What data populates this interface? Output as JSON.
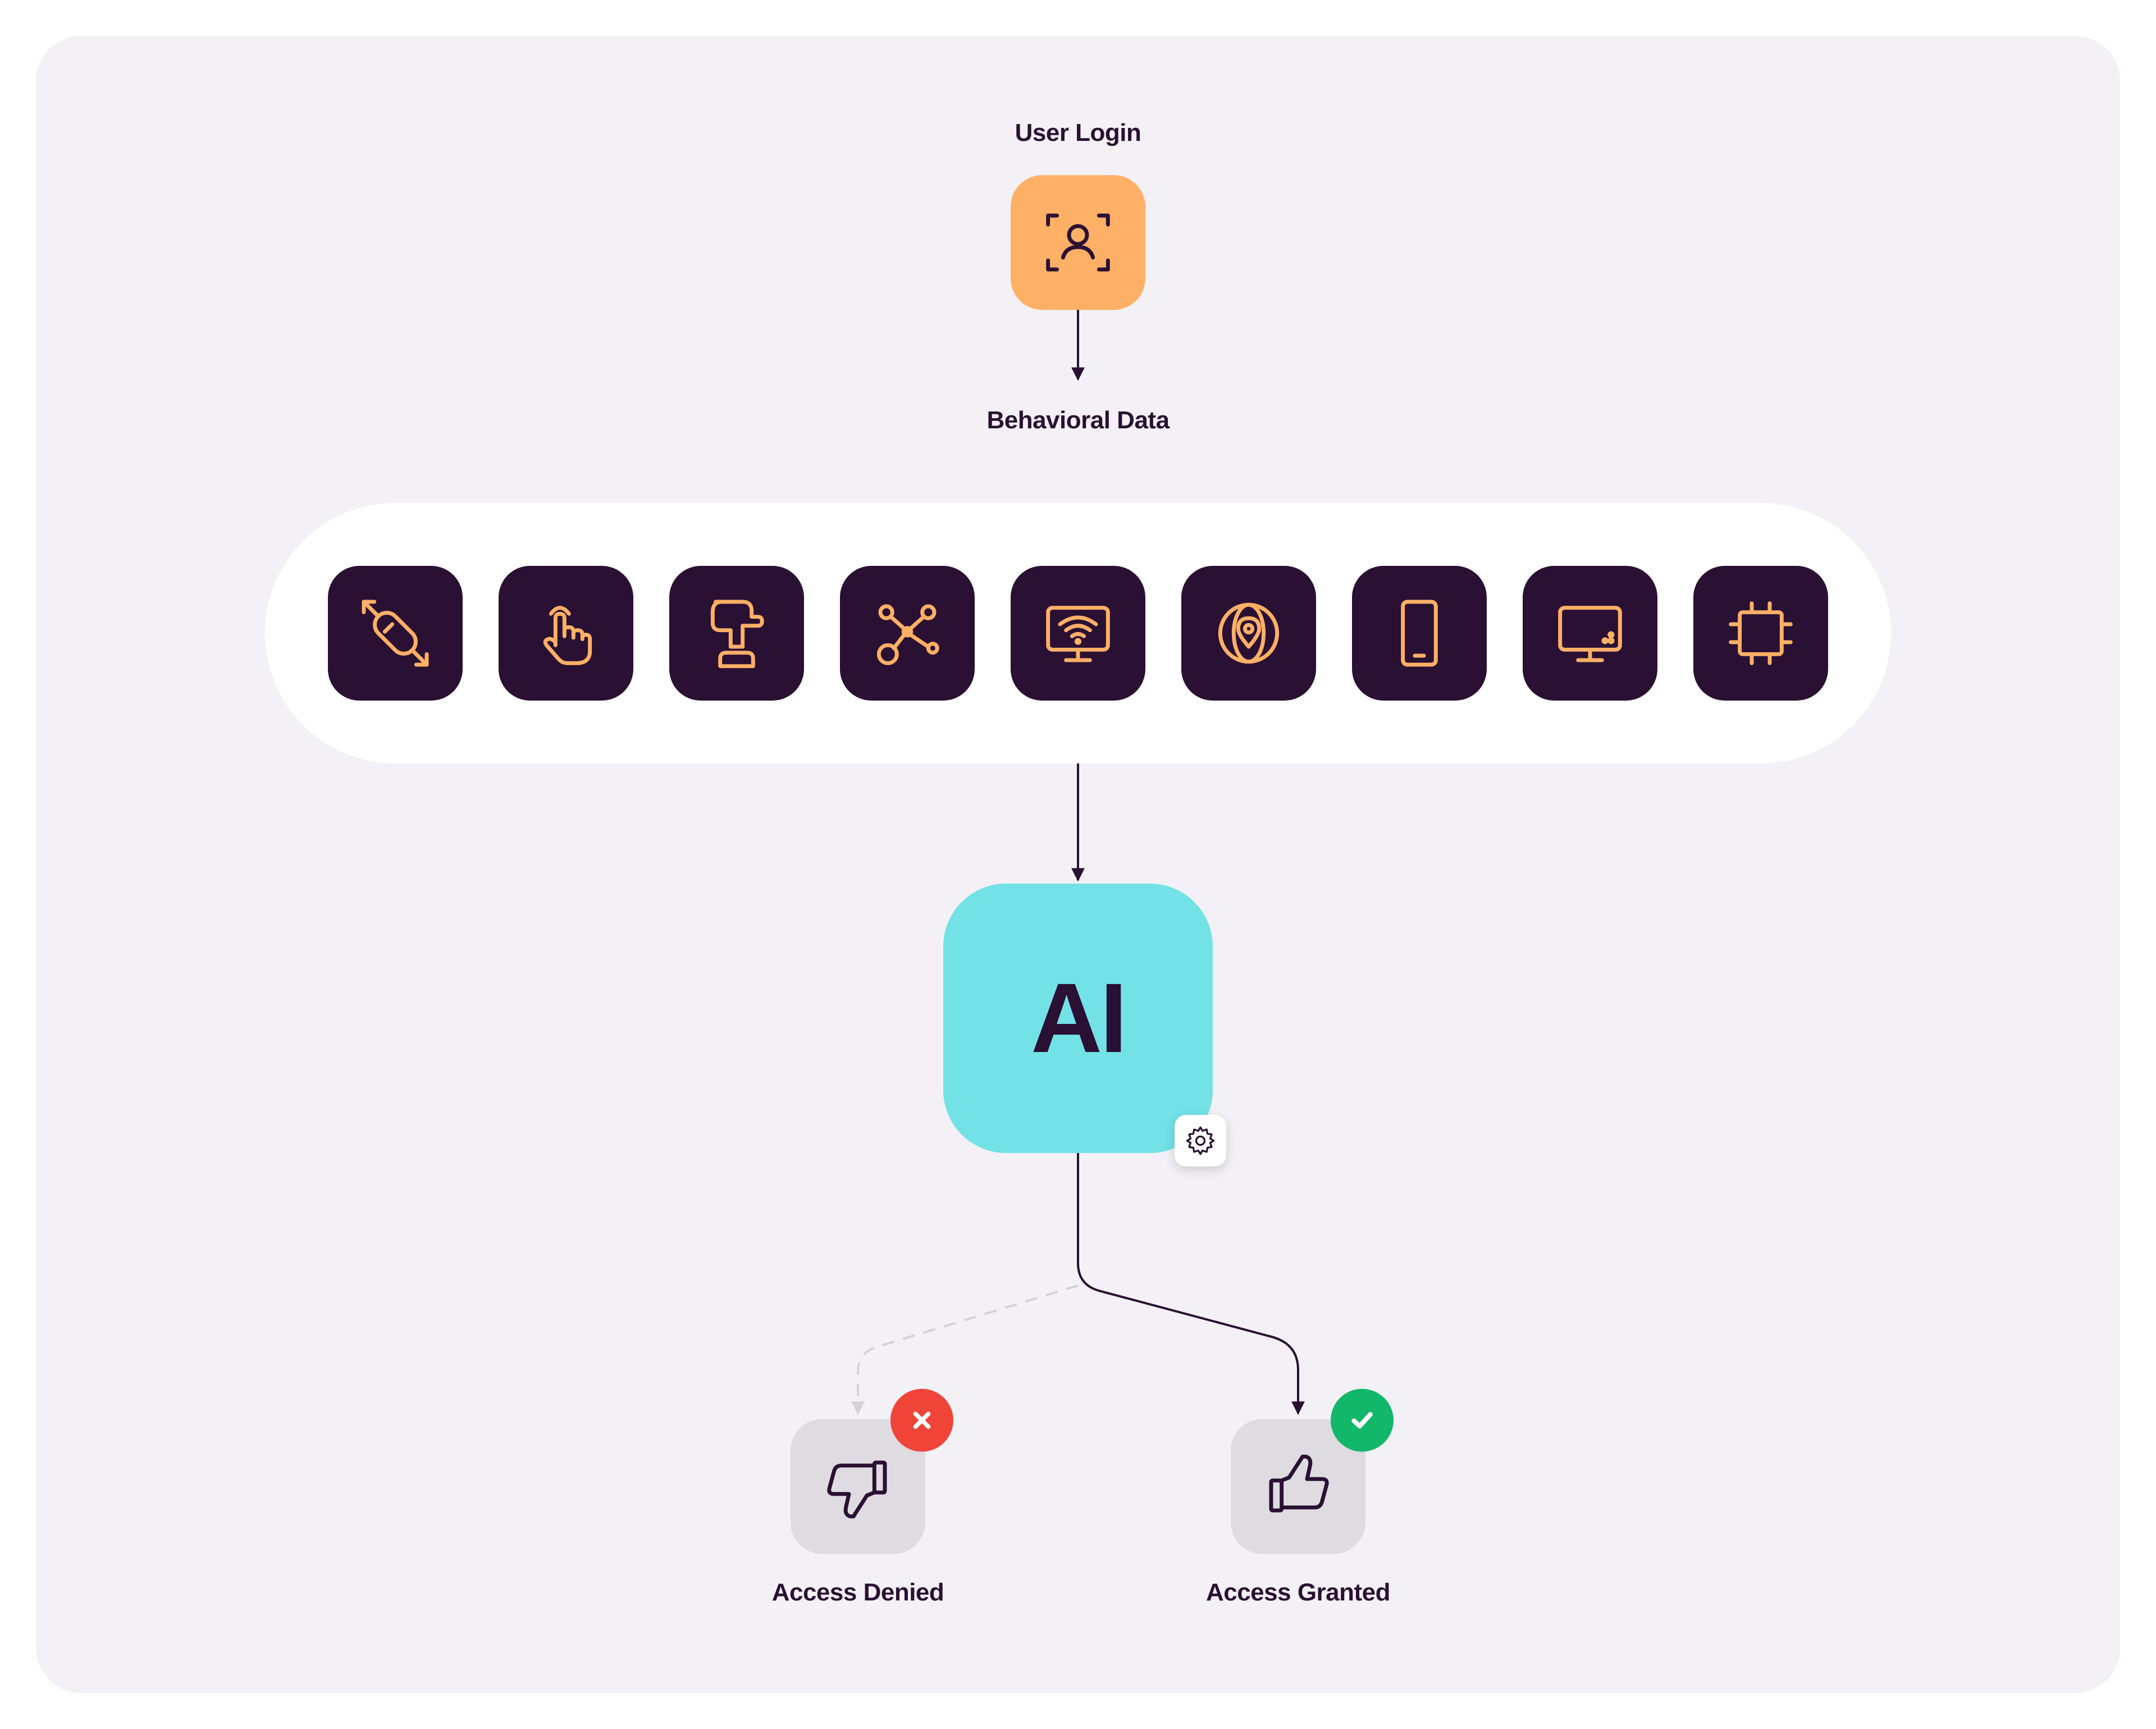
{
  "labels": {
    "user_login": "User Login",
    "behavioral_data": "Behavioral Data",
    "ai": "AI",
    "access_denied": "Access Denied",
    "access_granted": "Access Granted"
  },
  "colors": {
    "background": "#f3f1f5",
    "ink": "#2a1033",
    "login_tile": "#ffb067",
    "ai_tile": "#72e2e7",
    "data_tile": "#2a1033",
    "icon_accent": "#ffb067",
    "outcome_tile": "#dedbe1",
    "denied_badge": "#f04438",
    "granted_badge": "#12b76a"
  },
  "behavioral_icons": [
    "mouse-movement-icon",
    "touch-gesture-icon",
    "keystroke-icon",
    "network-icon",
    "wifi-monitor-icon",
    "geolocation-icon",
    "mobile-device-icon",
    "desktop-device-icon",
    "chip-icon"
  ],
  "outcomes": [
    {
      "icon": "thumbs-down-icon",
      "badge": "x-icon",
      "path": "dashed"
    },
    {
      "icon": "thumbs-up-icon",
      "badge": "check-icon",
      "path": "solid"
    }
  ]
}
